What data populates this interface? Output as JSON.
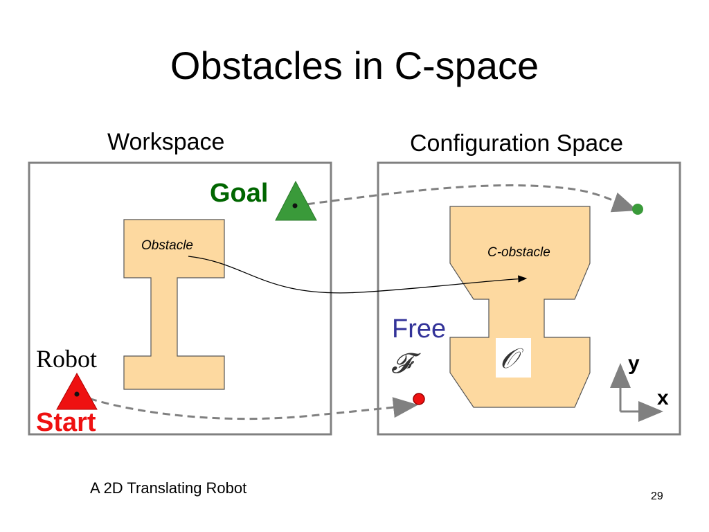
{
  "slide": {
    "title": "Obstacles in C-space",
    "caption": "A 2D Translating Robot",
    "page_number": "29"
  },
  "workspace": {
    "label": "Workspace",
    "obstacle_label": "Obstacle",
    "robot_label": "Robot",
    "start_label": "Start",
    "goal_label": "Goal"
  },
  "cspace": {
    "label": "Configuration Space",
    "cobstacle_label": "C-obstacle",
    "free_label": "Free",
    "free_symbol": "𝓕",
    "obstacle_symbol": "𝒪",
    "axis_x": "x",
    "axis_y": "y"
  },
  "colors": {
    "obstacle_fill": "#fdd9a0",
    "panel_border": "#808080",
    "goal_green": "#3a9a3a",
    "goal_text": "#006600",
    "start_red": "#ee1111",
    "free_text": "#333399",
    "dash_gray": "#808080"
  }
}
